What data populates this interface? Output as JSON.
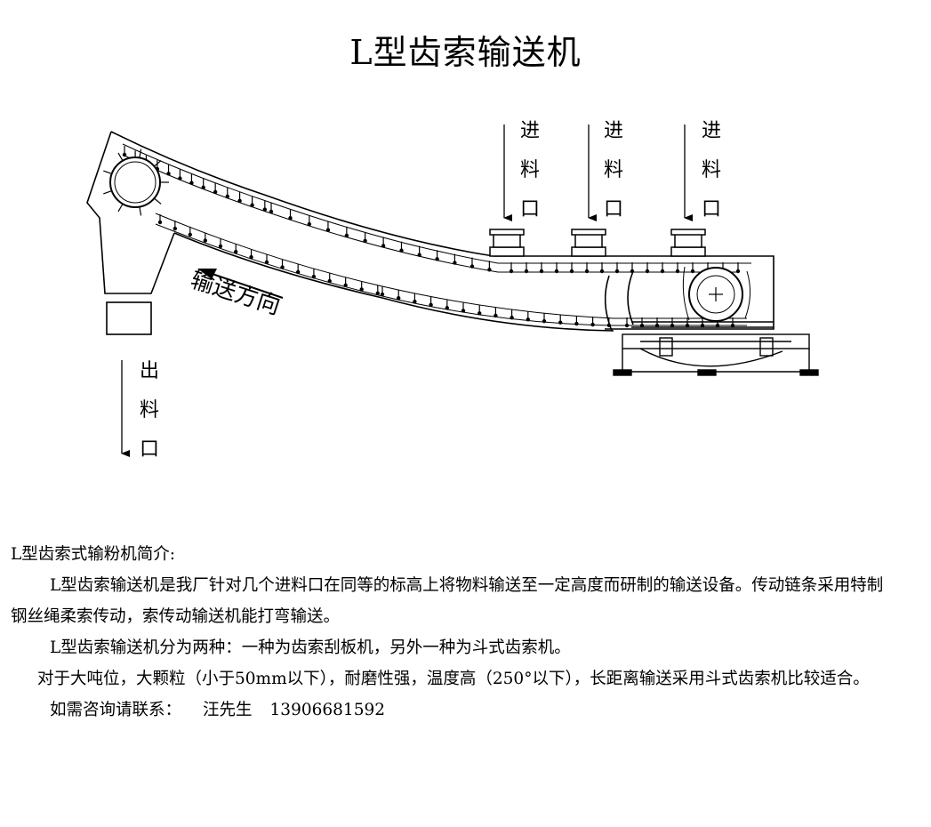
{
  "title": "L型齿索输送机",
  "diagram": {
    "inlet_label": "进料口",
    "outlet_label": "出料口",
    "direction_label": "输送方向"
  },
  "description": {
    "heading": "L型齿索式输粉机简介:",
    "para1_line1": "L型齿索输送机是我厂针对几个进料口在同等的标高上将物料输送至一定高度而研制的输送设备。传动链条采用特制",
    "para1_line2": "钢丝绳柔索传动，索传动输送机能打弯输送。",
    "para2": "L型齿索输送机分为两种：一种为齿索刮板机，另外一种为斗式齿索机。",
    "para3": "对于大吨位，大颗粒（小于50mm以下），耐磨性强，温度高（250°以下），长距离输送采用斗式齿索机比较适合。",
    "contact_label": "如需咨询请联系：",
    "contact_name": "汪先生",
    "contact_phone": "13906681592"
  }
}
